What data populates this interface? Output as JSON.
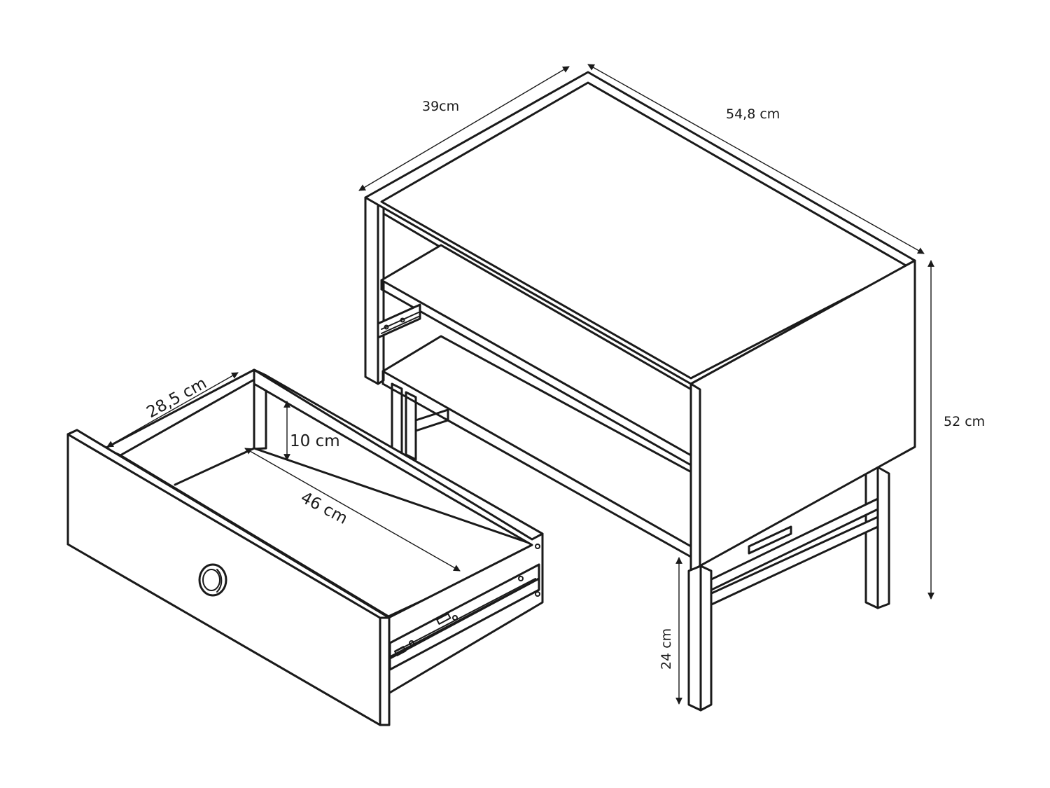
{
  "dimensions": {
    "cabinet_depth": "39cm",
    "cabinet_width": "54,8 cm",
    "cabinet_height": "52 cm",
    "leg_height": "24 cm",
    "drawer_depth_inner": "28,5 cm",
    "drawer_height_inner": "10 cm",
    "drawer_width_inner": "46 cm"
  }
}
